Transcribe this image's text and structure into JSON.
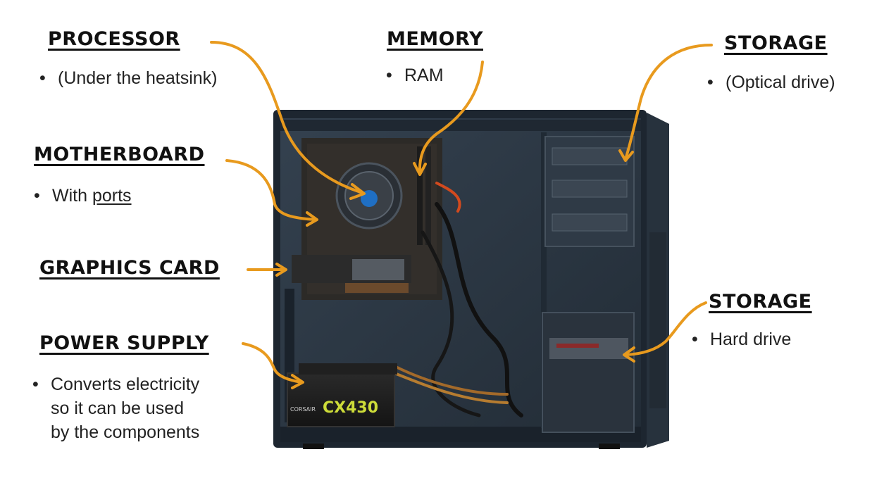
{
  "labels": {
    "processor": {
      "title": "PROCESSOR",
      "detail": "(Under the heatsink)"
    },
    "memory": {
      "title": "MEMORY",
      "detail": "RAM"
    },
    "storage_optical": {
      "title": "STORAGE",
      "detail": "(Optical drive)"
    },
    "motherboard": {
      "title": "MOTHERBOARD",
      "detail_prefix": "With ",
      "detail_link": "ports"
    },
    "graphics": {
      "title": "GRAPHICS CARD"
    },
    "power": {
      "title": "POWER SUPPLY",
      "detail_line1": "Converts electricity",
      "detail_line2": "so it can be used",
      "detail_line3": "by the components"
    },
    "storage_hdd": {
      "title": "STORAGE",
      "detail": "Hard drive"
    }
  },
  "psu_brand": "CORSAIR",
  "psu_model": "CX430",
  "colors": {
    "arrow": "#E89A1E",
    "case": "#2B3845",
    "case_dark": "#1A232C",
    "text": "#111111"
  }
}
